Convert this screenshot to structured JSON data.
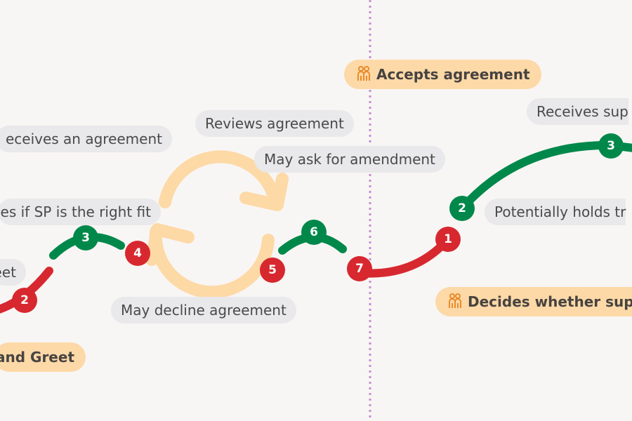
{
  "colors": {
    "background": "#f8f6f4",
    "pill": "#e9e8ea",
    "highlight": "#fdd9a8",
    "red": "#d7282f",
    "green": "#00884a",
    "loop": "#fdd9a6",
    "divider": "#c48fcf",
    "icon": "#e98b2a"
  },
  "labels": {
    "receives_agreement": "eceives an agreement",
    "reviews_agreement": "Reviews agreement",
    "ask_amendment": "May ask for amendment",
    "right_fit": "es if SP is the right fit",
    "meet": "eet",
    "decline": "May decline agreement",
    "receives_support": "Receives sup",
    "holds": "Potentially holds tr"
  },
  "stages": {
    "meet_greet": "and Greet",
    "accepts": "Accepts agreement",
    "decides": "Decides whether supp"
  },
  "steps": {
    "s2": "2",
    "s3": "3",
    "s4": "4",
    "s5": "5",
    "s6": "6",
    "s7": "7",
    "r1": "1",
    "r2": "2",
    "r3": "3"
  }
}
